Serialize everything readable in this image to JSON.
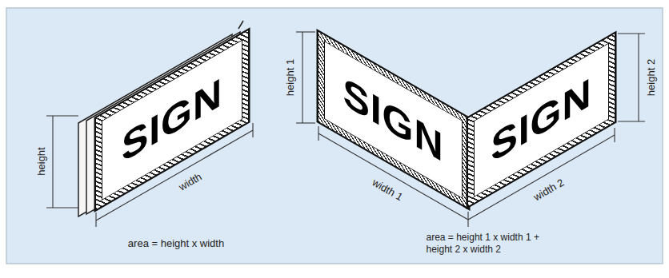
{
  "diagram": {
    "nodes": [
      {
        "text": [
          "SIGN"
        ]
      },
      {
        "text": [
          "SIGN"
        ]
      },
      {
        "text": [
          "SIGN"
        ]
      }
    ],
    "labels": [
      "height",
      "width",
      "area = height x width",
      "height 1",
      "height 2",
      "width 1",
      "width 2",
      "area = height 1 x width 1 + height 2 x width 2"
    ]
  }
}
